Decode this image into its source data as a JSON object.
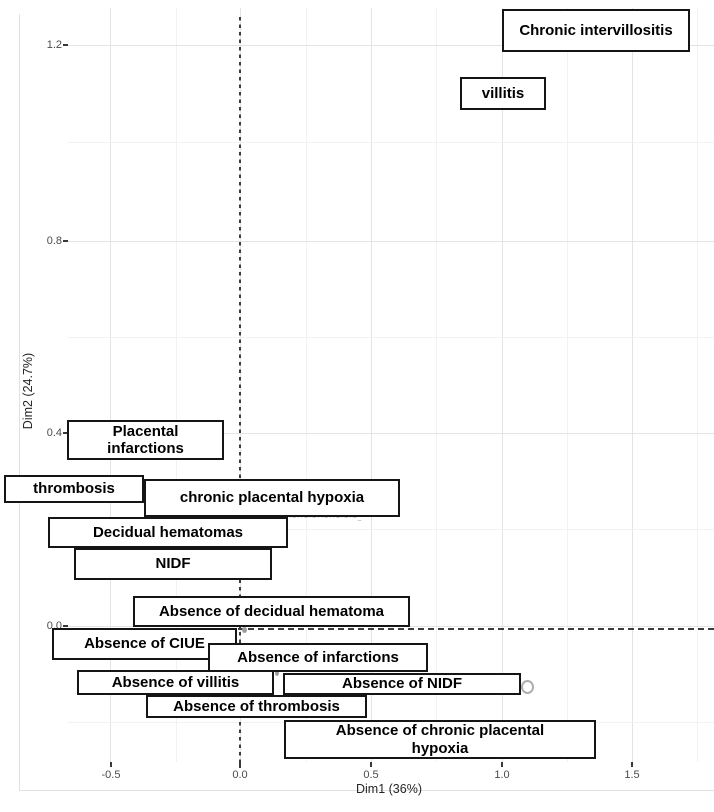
{
  "figure": {
    "x_axis": {
      "title": "Dim1 (36%)",
      "ticks": [
        "-0.5",
        "0.0",
        "0.5",
        "1.0",
        "1.5"
      ]
    },
    "y_axis": {
      "title": "Dim2 (24.7%)",
      "ticks": [
        "1.2",
        "0.8",
        "0.4",
        "0.0"
      ]
    }
  },
  "chart_data": {
    "type": "scatter",
    "subtype": "MCA-factor-map-labels",
    "title": "",
    "xlabel": "Dim1 (36%)",
    "ylabel": "Dim2 (24.7%)",
    "xlim": [
      -0.66,
      1.81
    ],
    "ylim": [
      -0.28,
      1.28
    ],
    "x_tick_values": [
      -0.5,
      0.0,
      0.5,
      1.0,
      1.5
    ],
    "y_tick_values": [
      1.2,
      0.8,
      0.4,
      0.0
    ],
    "grid": true,
    "reference_lines": {
      "vline_x": 0.0,
      "hline_y": 0.0,
      "style": "dashed"
    },
    "points": [
      {
        "label": "Chronic intervillositis",
        "x": 1.36,
        "y": 1.23
      },
      {
        "label": "villitis",
        "x": 1.0,
        "y": 1.1
      },
      {
        "label": "Placental infarctions",
        "x": -0.37,
        "y": 0.38
      },
      {
        "label": "thrombosis",
        "x": -0.64,
        "y": 0.28
      },
      {
        "label": "chronic placental hypoxia",
        "x": 0.12,
        "y": 0.26
      },
      {
        "label": "Decidual hematomas",
        "x": -0.28,
        "y": 0.19
      },
      {
        "label": "NIDF",
        "x": -0.26,
        "y": 0.13
      },
      {
        "label": "Absence of decidual hematoma",
        "x": 0.11,
        "y": 0.03
      },
      {
        "label": "Absence of CIUE",
        "x": -0.37,
        "y": -0.04
      },
      {
        "label": "Absence of infarctions",
        "x": 0.29,
        "y": -0.06
      },
      {
        "label": "Absence of villitis",
        "x": -0.25,
        "y": -0.11
      },
      {
        "label": "Absence of NIDF",
        "x": 0.61,
        "y": -0.12
      },
      {
        "label": "Absence of thrombosis",
        "x": 0.03,
        "y": -0.16
      },
      {
        "label": "Absence of chronic placental hypoxia",
        "x": 0.76,
        "y": -0.23
      }
    ]
  },
  "artifacts": {
    "obscured_label": "·–··–·–··–··–·–·–_"
  },
  "colors": {
    "box_border": "#151515",
    "box_fill": "#ffffff",
    "dashed_line": "#3d3d3d",
    "grid_major": "#e4e4e4",
    "grid_minor": "#f2f2f2",
    "tick_text": "#4b4b4b"
  }
}
